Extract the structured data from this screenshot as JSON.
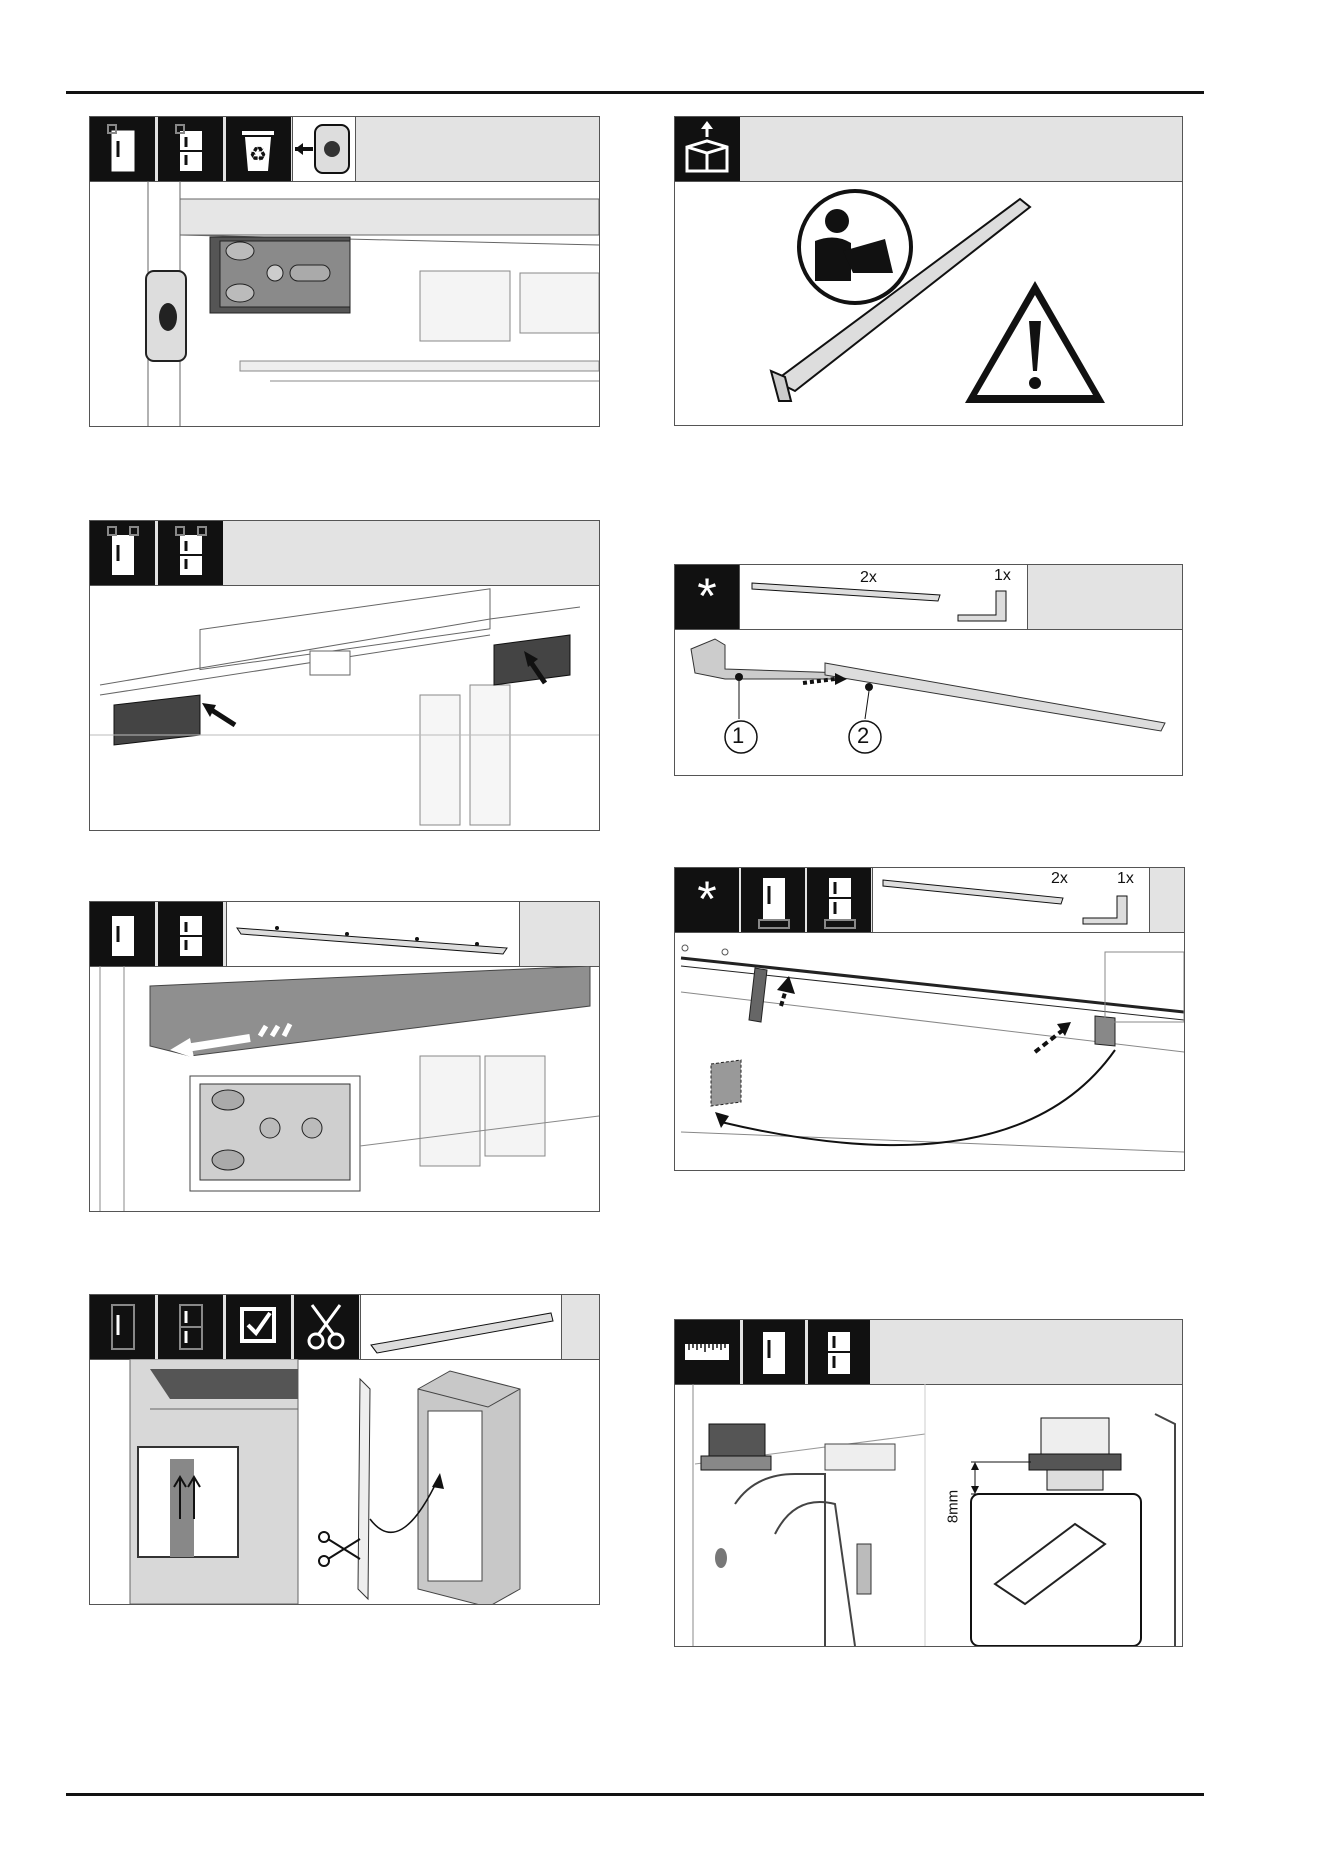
{
  "panels": {
    "p6": {
      "accessory_qty_strip": "2x",
      "accessory_qty_profile": "1x"
    },
    "p6_callouts": {
      "c1": "1",
      "c2": "2"
    },
    "p7": {
      "accessory_qty_strip": "2x",
      "accessory_qty_profile": "1x"
    },
    "p10": {
      "dimension": "8mm"
    }
  },
  "colors": {
    "header_bg": "#e3e3e3",
    "icon_bg": "#111111",
    "rule": "#111111"
  }
}
